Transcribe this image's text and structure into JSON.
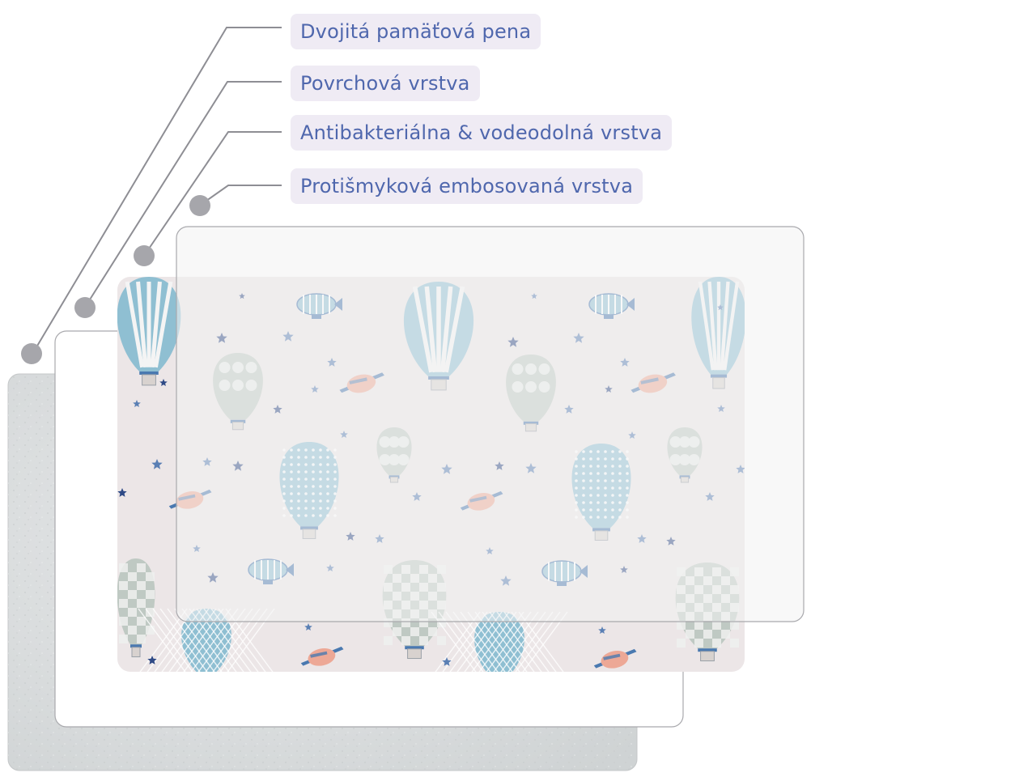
{
  "layers": [
    {
      "label": "Dvojitá pamäťová pena"
    },
    {
      "label": "Povrchová vrstva"
    },
    {
      "label": "Antibakteriálna & vodeodolná vrstva"
    },
    {
      "label": "Protišmyková embosovaná vrstva"
    }
  ],
  "colors": {
    "label_text": "#4f67ad",
    "label_bg": "#efebf4",
    "leader_line": "#8e8e94",
    "dot": "#a6a6ab",
    "foam_layer": "#d9dcdd",
    "mat_background": "#ece6e7",
    "balloon_blue": "#8fbfd2",
    "balloon_dark": "#4a79b0",
    "balloon_gray": "#bfc9c3",
    "plane_pink": "#eda896",
    "star": "#5a7fb4",
    "star_dark": "#2f4a86"
  },
  "icons": [
    "hot-air-balloon-icon",
    "airship-icon",
    "airplane-icon",
    "star-icon"
  ]
}
